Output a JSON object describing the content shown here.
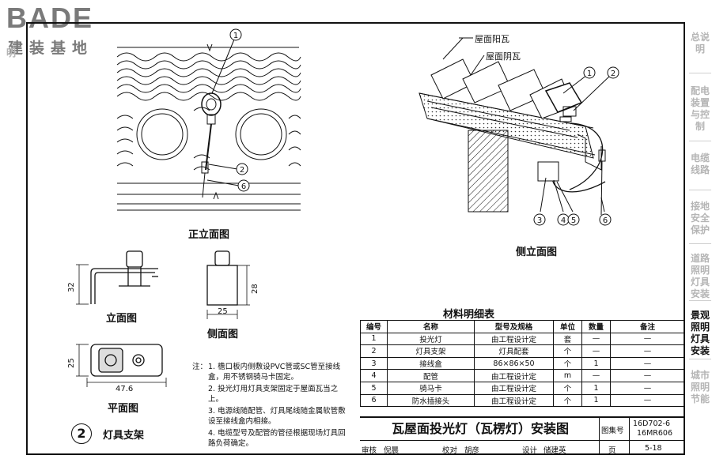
{
  "logo": {
    "brand": "BADE",
    "sub": "建装基地"
  },
  "sidebar": {
    "items": [
      {
        "label": "总说明",
        "active": false
      },
      {
        "label": "配电装置与控制",
        "active": false
      },
      {
        "label": "电缆线路",
        "active": false
      },
      {
        "label": "接地安全保护",
        "active": false
      },
      {
        "label": "道路照明灯具安装",
        "active": false
      },
      {
        "label": "景观照明灯具安装",
        "active": true
      },
      {
        "label": "城市照明节能",
        "active": false
      }
    ],
    "left_fragment": "明"
  },
  "views": {
    "front": "正立面图",
    "side_main": "侧立面图",
    "elevation": "立面图",
    "side_small": "侧面图",
    "plan": "平面图"
  },
  "callouts": {
    "roof_top_tile": "屋面阳瓦",
    "roof_bottom_tile": "屋面阴瓦",
    "markers": [
      "1",
      "2",
      "3",
      "4",
      "5",
      "6"
    ]
  },
  "dimensions": {
    "d32": "32",
    "d28": "28",
    "d25a": "25",
    "d25b": "25",
    "d47_6": "47.6"
  },
  "detail": {
    "number": "2",
    "label": "灯具支架"
  },
  "notes": {
    "title": "注：",
    "items": [
      "1. 檐口板内侧敷设PVC管或SC管至接线盒，用不锈钢骑马卡固定。",
      "2. 投光灯用灯具支架固定于屋面瓦当之上。",
      "3. 电源线随配管、灯具尾线随金属软管敷设至接线盒内相接。",
      "4. 电缆型号及配管的管径根据现场灯具回路负荷确定。"
    ]
  },
  "material_table": {
    "title": "材料明细表",
    "headers": [
      "编号",
      "名称",
      "型号及规格",
      "单位",
      "数量",
      "备注"
    ],
    "rows": [
      [
        "1",
        "投光灯",
        "由工程设计定",
        "套",
        "—",
        "—"
      ],
      [
        "2",
        "灯具支架",
        "灯具配套",
        "个",
        "—",
        "—"
      ],
      [
        "3",
        "接线盒",
        "86×86×50",
        "个",
        "1",
        "—"
      ],
      [
        "4",
        "配管",
        "由工程设计定",
        "m",
        "—",
        "—"
      ],
      [
        "5",
        "骑马卡",
        "由工程设计定",
        "个",
        "1",
        "—"
      ],
      [
        "6",
        "防水插接头",
        "由工程设计定",
        "个",
        "1",
        "—"
      ]
    ]
  },
  "title_block": {
    "title": "瓦屋面投光灯（瓦楞灯）安装图",
    "atlas_label": "图集号",
    "atlas_no_1": "16D702-6",
    "atlas_no_2": "16MR606",
    "page_label": "页",
    "page_no": "5-18",
    "review_label": "审核",
    "reviewer": "倪晨",
    "check_label": "校对",
    "checker": "胡彦",
    "design_label": "设计",
    "designer": "储建英"
  }
}
